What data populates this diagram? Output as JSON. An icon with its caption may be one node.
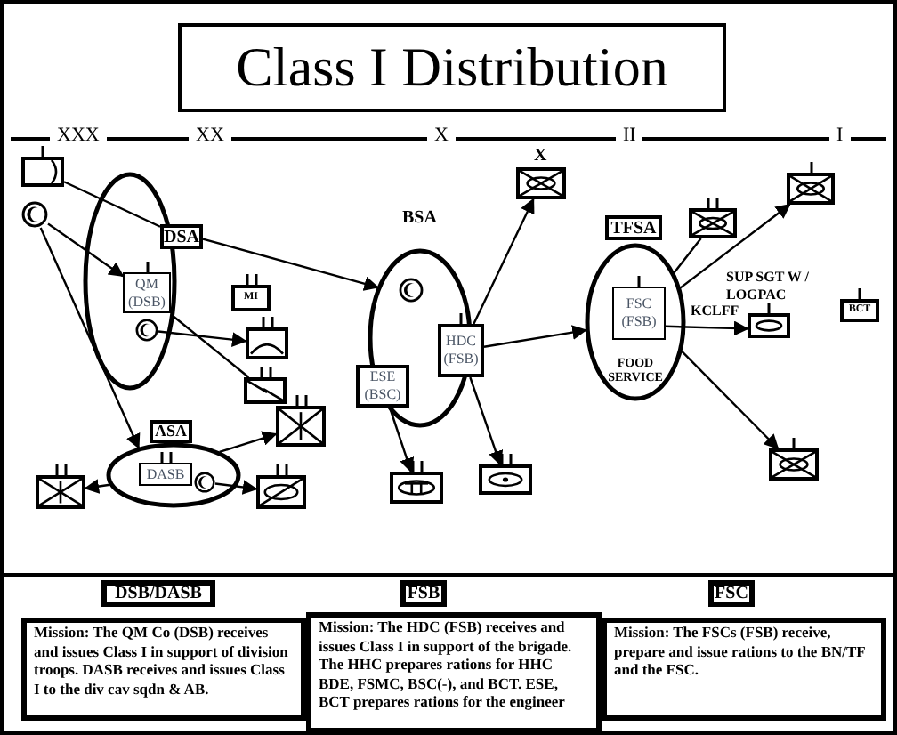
{
  "diagram": {
    "title": "Class I Distribution",
    "nodes": [
      {
        "text": [],
        "shape": "box"
      },
      {
        "text": [],
        "shape": "circle"
      },
      {
        "text": [],
        "shape": "ellipse"
      },
      {
        "text": [
          "DSA"
        ]
      },
      {
        "text": [
          "QM (DSB)"
        ],
        "in": 2
      },
      {
        "text": [],
        "shape": "circle",
        "in": 2
      },
      {
        "text": [
          "MI"
        ]
      },
      {
        "text": [],
        "shape": "box"
      },
      {
        "text": [],
        "shape": "box"
      },
      {
        "text": [],
        "shape": "ellipse"
      },
      {
        "text": [
          "ASA"
        ]
      },
      {
        "text": [
          "DASB"
        ],
        "in": 9
      },
      {
        "text": [],
        "shape": "circle",
        "in": 9
      },
      {
        "text": [],
        "shape": "box"
      },
      {
        "text": [],
        "shape": "box"
      },
      {
        "text": [],
        "shape": "box"
      },
      {
        "text": [],
        "shape": "ellipse",
        "beside": [
          "BSA"
        ]
      },
      {
        "text": [],
        "shape": "circle",
        "in": 16
      },
      {
        "text": [
          "HDC (FSB)"
        ]
      },
      {
        "text": [
          "ESE (BSC)"
        ]
      },
      {
        "text": [],
        "shape": "box",
        "beside": [
          "X"
        ]
      },
      {
        "text": [],
        "shape": "box"
      },
      {
        "text": [],
        "shape": "box"
      },
      {
        "text": [
          "FOOD SERVICE"
        ]
      },
      {
        "text": [
          "TFSA"
        ]
      },
      {
        "text": [
          "FSC (FSB)"
        ],
        "in": 23
      },
      {
        "text": [],
        "shape": "box"
      },
      {
        "text": [],
        "shape": "box"
      },
      {
        "text": [
          "BCT"
        ]
      },
      {
        "text": [],
        "shape": "box"
      },
      {
        "text": [],
        "shape": "box"
      },
      {
        "text": [
          "DSB/DASB"
        ]
      },
      {
        "text": [
          "Mission: The QM Co (DSB) receives and issues Class I in support of division troops. DASB receives and issues Class I to the div cav sqdn & AB."
        ]
      },
      {
        "text": [
          "FSB"
        ]
      },
      {
        "text": [
          "Mission: The HDC (FSB) receives and issues Class I in support of the brigade. The HHC prepares rations for HHC BDE, FSMC, BSC(-), and BCT. ESE, BCT prepares rations for the engineer"
        ]
      },
      {
        "text": [
          "FSC"
        ]
      },
      {
        "text": [
          "Mission: The FSCs (FSB) receive, prepare and issue rations to the BN/TF and the FSC."
        ]
      }
    ],
    "edges": [
      {
        "from": 0,
        "to": 3,
        "arrow": "none"
      },
      {
        "from": 3,
        "to": 16,
        "arrow": "to"
      },
      {
        "from": 1,
        "to": 4,
        "arrow": "to"
      },
      {
        "from": 1,
        "to": 9,
        "arrow": "to"
      },
      {
        "from": 5,
        "to": 7,
        "arrow": "to"
      },
      {
        "from": 2,
        "to": 8,
        "arrow": "none"
      },
      {
        "from": 9,
        "to": 14,
        "arrow": "to"
      },
      {
        "from": 9,
        "to": 13,
        "arrow": "to"
      },
      {
        "from": 12,
        "to": 15,
        "arrow": "to"
      },
      {
        "from": 18,
        "to": 20,
        "arrow": "to"
      },
      {
        "from": 18,
        "to": 23,
        "arrow": "to"
      },
      {
        "from": 19,
        "to": 21,
        "arrow": "to"
      },
      {
        "from": 18,
        "to": 22,
        "arrow": "to"
      },
      {
        "from": 23,
        "to": 26,
        "arrow": "none"
      },
      {
        "from": 23,
        "to": 27,
        "arrow": "to"
      },
      {
        "from": 25,
        "to": 29,
        "arrow": "to"
      },
      {
        "from": 23,
        "to": 30,
        "arrow": "to"
      }
    ],
    "labels": [
      "XXX",
      "XX",
      "X",
      "II",
      "I",
      "SUP SGT W / LOGPAC",
      "KCLFF"
    ]
  }
}
